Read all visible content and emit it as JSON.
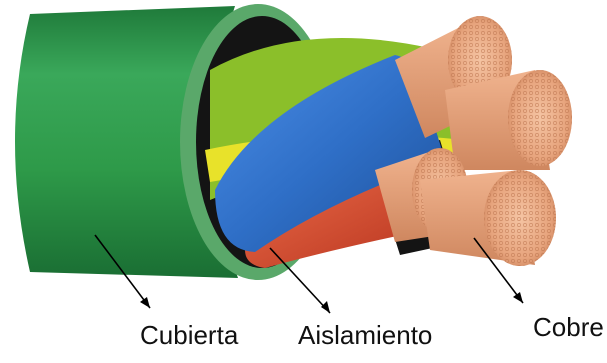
{
  "labels": {
    "sheath": "Cubierta",
    "insulation": "Aislamiento",
    "copper": "Cobre"
  },
  "colors": {
    "sheath_green": "#2e9a49",
    "insulation_green_yellow": "#8bbf2a",
    "yellow_stripe": "#e8e22a",
    "blue_conductor": "#2f6fc7",
    "red_conductor": "#d8452a",
    "black_filler": "#141414",
    "copper": "#e7a47d",
    "arrow": "#000000"
  }
}
